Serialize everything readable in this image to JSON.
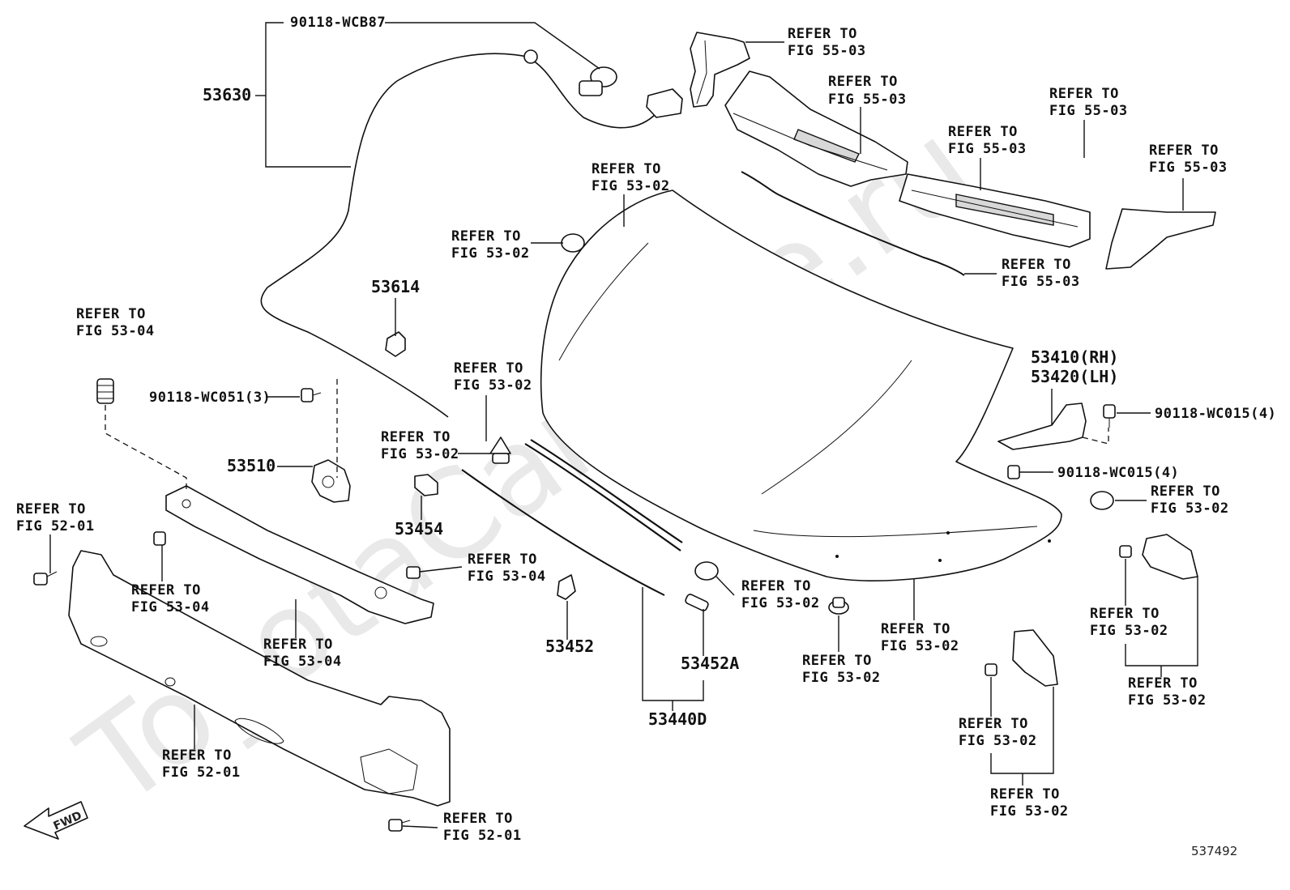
{
  "watermark": "ToyotaCarMine.ru",
  "figure_number": "537492",
  "fwd_label": "FWD",
  "parts": {
    "cable_clip": "90118-WCB87",
    "release_cable": "53630",
    "cable_clamp": "53614",
    "latch_bolt": "90118-WC051(3)",
    "hood_latch": "53510",
    "hood_lock_striker_clip": "53454",
    "hood_support_clip": "53452",
    "seal_clip": "53452A",
    "hood_seal": "53440D",
    "hinge_rh": "53410(RH)",
    "hinge_lh": "53420(LH)",
    "hinge_bolt_upper": "90118-WC015(4)",
    "hinge_bolt_lower": "90118-WC015(4)"
  },
  "refs": {
    "r_55_03_a": [
      "REFER TO",
      "FIG 55-03"
    ],
    "r_55_03_b": [
      "REFER TO",
      "FIG 55-03"
    ],
    "r_55_03_c": [
      "REFER TO",
      "FIG 55-03"
    ],
    "r_55_03_d": [
      "REFER TO",
      "FIG 55-03"
    ],
    "r_55_03_e": [
      "REFER TO",
      "FIG 55-03"
    ],
    "r_55_03_f": [
      "REFER TO",
      "FIG 55-03"
    ],
    "r_53_02_hood": [
      "REFER TO",
      "FIG 53-02"
    ],
    "r_53_02_bumper": [
      "REFER TO",
      "FIG 53-02"
    ],
    "r_53_04_top": [
      "REFER TO",
      "FIG 53-04"
    ],
    "r_53_02_seal": [
      "REFER TO",
      "FIG 53-02"
    ],
    "r_53_02_clip": [
      "REFER TO",
      "FIG 53-02"
    ],
    "r_52_01_left": [
      "REFER TO",
      "FIG 52-01"
    ],
    "r_53_04_bolt": [
      "REFER TO",
      "FIG 53-04"
    ],
    "r_53_04_bolt2": [
      "REFER TO",
      "FIG 53-04"
    ],
    "r_53_04_support": [
      "REFER TO",
      "FIG 53-04"
    ],
    "r_52_01_bumper": [
      "REFER TO",
      "FIG 52-01"
    ],
    "r_52_01_bottom": [
      "REFER TO",
      "FIG 52-01"
    ],
    "r_53_02_cushion": [
      "REFER TO",
      "FIG 53-02"
    ],
    "r_53_02_rivet": [
      "REFER TO",
      "FIG 53-02"
    ],
    "r_53_02_hoodbottom": [
      "REFER TO",
      "FIG 53-02"
    ],
    "r_53_02_rcushion": [
      "REFER TO",
      "FIG 53-02"
    ],
    "r_53_02_rscrew": [
      "REFER TO",
      "FIG 53-02"
    ],
    "r_53_02_rbracket": [
      "REFER TO",
      "FIG 53-02"
    ],
    "r_53_02_lscrew": [
      "REFER TO",
      "FIG 53-02"
    ],
    "r_53_02_lbracket": [
      "REFER TO",
      "FIG 53-02"
    ]
  }
}
